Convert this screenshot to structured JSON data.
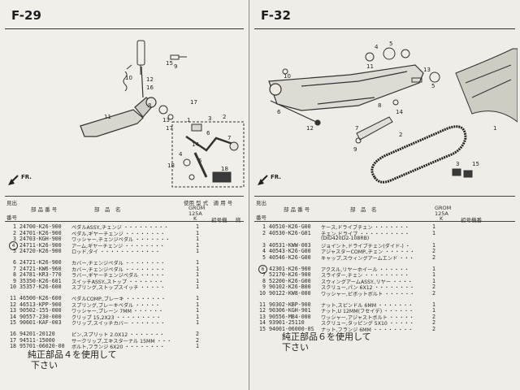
{
  "left": {
    "page_id": "F-29",
    "fr_label": "FR.",
    "columns": {
      "ref": "見出",
      "ref2": "番号",
      "part_no": "部 品 番 号",
      "name": "部　品　名",
      "model_use": "使用 型 式　適 用 号",
      "model": "GROM",
      "disp": "125A",
      "k": "K",
      "first": "初号機",
      "last": "終"
    },
    "rows": [
      {
        "no": "1",
        "pn": "24700-K26-900",
        "name": "ペダルASSY.,チェンジ ・・・・・・・・・",
        "qty": "1",
        "circled": false
      },
      {
        "no": "2",
        "pn": "24701-K26-900",
        "name": "ペダル,ギヤーチェンジ ・・・・・・・・",
        "qty": "1",
        "circled": false
      },
      {
        "no": "3",
        "pn": "24703-KGH-900",
        "name": "ワッシャー,チェンジペダル ・・・・・・・",
        "qty": "1",
        "circled": false
      },
      {
        "no": "4",
        "pn": "24711-K26-900",
        "name": "アーム,ギヤーチェンジ ・・・・・・・・",
        "qty": "1",
        "circled": true
      },
      {
        "no": "5",
        "pn": "24720-K26-900",
        "name": "ロッド,タイ ・・・・・・・・・・・・",
        "qty": "1",
        "circled": false
      },
      {
        "no": "6",
        "pn": "24721-K26-900",
        "name": "カバー,チェンジペダル ・・・・・・・・",
        "qty": "1",
        "circled": false
      },
      {
        "no": "7",
        "pn": "24721-KW6-960",
        "name": "カバー,チェンジペダル ・・・・・・・・",
        "qty": "1",
        "circled": false
      },
      {
        "no": "8",
        "pn": "24781-KR3-770",
        "name": "ラバー,ギヤーチェンジペダル ・・・・・",
        "qty": "1",
        "circled": false
      },
      {
        "no": "9",
        "pn": "35350-K26-601",
        "name": "スイッチASSY.,ストップ ・・・・・・・",
        "qty": "1",
        "circled": false
      },
      {
        "no": "10",
        "pn": "35357-K26-600",
        "name": "スプリング,ストップスイッチ ・・・・・",
        "qty": "1",
        "circled": false
      },
      {
        "no": "11",
        "pn": "46500-K26-600",
        "name": "ペダルCOMP.,ブレーキ ・・・・・・・・",
        "qty": "1",
        "circled": false
      },
      {
        "no": "12",
        "pn": "46513-KPP-900",
        "name": "スプリング,ブレーキペダル ・・・・・",
        "qty": "1",
        "circled": false
      },
      {
        "no": "13",
        "pn": "90502-155-000",
        "name": "ワッシャー,プレーン 7MM ・・・・・・",
        "qty": "1",
        "circled": false
      },
      {
        "no": "14",
        "pn": "90557-230-000",
        "name": "クリップ 15,2X23 ・・・・・・・・・",
        "qty": "1",
        "circled": false
      },
      {
        "no": "15",
        "pn": "90601-KAF-003",
        "name": "クリップ,スイッチカバー ・・・・・・・",
        "qty": "1",
        "circled": false
      },
      {
        "no": "16",
        "pn": "94201-20120",
        "name": "ピン,スプリット 2.0X12 ・・・・・・・",
        "qty": "2",
        "circled": false
      },
      {
        "no": "17",
        "pn": "94511-15000",
        "name": "サークリップ,エキスターナル 15MM ・・・",
        "qty": "2",
        "circled": false
      },
      {
        "no": "18",
        "pn": "95701-06020-00",
        "name": "ボルト,フランジ 6X20 ・・・・・・・・",
        "qty": "1",
        "circled": false
      }
    ],
    "note": [
      "純正部品４を使用して",
      "下さい"
    ]
  },
  "right": {
    "page_id": "F-32",
    "fr_label": "FR.",
    "columns": {
      "ref": "見出",
      "ref2": "番号",
      "part_no": "部 品 番 号",
      "name": "部　品　名",
      "model": "GROM",
      "disp": "125A",
      "k": "K",
      "first": "初号機番"
    },
    "rows": [
      {
        "no": "1",
        "pn": "40510-K26-G00",
        "name": "ケース,ドライブチェン ・・・・・・・",
        "qty": "1",
        "circled": false
      },
      {
        "no": "2",
        "pn": "40530-K26-G01",
        "name": "チェン,ドライブ ・・・・・・・・・・",
        "qty": "1",
        "circled": false
      },
      {
        "no": "",
        "pn": "",
        "name": "(DID420D2-108RB)",
        "qty": "",
        "circled": false
      },
      {
        "no": "3",
        "pn": "40531-KWW-003",
        "name": "ジョイント,ドライブチェン(ダイド-) ・",
        "qty": "1",
        "circled": false
      },
      {
        "no": "4",
        "pn": "40543-K26-G00",
        "name": "アジャスターCOMP.,チェン ・・・・・・",
        "qty": "2",
        "circled": false
      },
      {
        "no": "5",
        "pn": "40546-K26-G00",
        "name": "キャップ,スウィングアームエンド ・・・",
        "qty": "2",
        "circled": false
      },
      {
        "no": "6",
        "pn": "42301-K26-900",
        "name": "アクスル,リヤーホイール ・・・・・・",
        "qty": "1",
        "circled": true
      },
      {
        "no": "7",
        "pn": "52170-K26-900",
        "name": "スライダー,チェン ・・・・・・・・・",
        "qty": "1",
        "circled": false
      },
      {
        "no": "8",
        "pn": "52200-K26-G00",
        "name": "スウィングアームASSY.,リヤー ・・・・",
        "qty": "1",
        "circled": false
      },
      {
        "no": "9",
        "pn": "90102-K26-B00",
        "name": "スクリュー,パン 6X12 ・・・・・・・・",
        "qty": "2",
        "circled": false
      },
      {
        "no": "10",
        "pn": "90122-KW8-000",
        "name": "ワッシャー,ピボットボルト ・・・・・・",
        "qty": "2",
        "circled": false
      },
      {
        "no": "11",
        "pn": "90302-KBP-900",
        "name": "ナット,スピンドル 6MM ・・・・・・・",
        "qty": "1",
        "circled": false
      },
      {
        "no": "12",
        "pn": "90306-KGH-901",
        "name": "ナット,U 12MM(フセイデ) ・・・・・・",
        "qty": "1",
        "circled": false
      },
      {
        "no": "13",
        "pn": "90556-MB4-000",
        "name": "ワッシャー,アジャストボルト ・・・・・",
        "qty": "2",
        "circled": false
      },
      {
        "no": "14",
        "pn": "93901-25110",
        "name": "スクリュー,タッピング 5X10 ・・・・・",
        "qty": "2",
        "circled": false
      },
      {
        "no": "15",
        "pn": "94001-06000-0S",
        "name": "ナット,フランジ 6MM ・・・・・・・・",
        "qty": "2",
        "circled": false
      }
    ],
    "note": [
      "純正部品６を使用して",
      "下さい"
    ]
  }
}
